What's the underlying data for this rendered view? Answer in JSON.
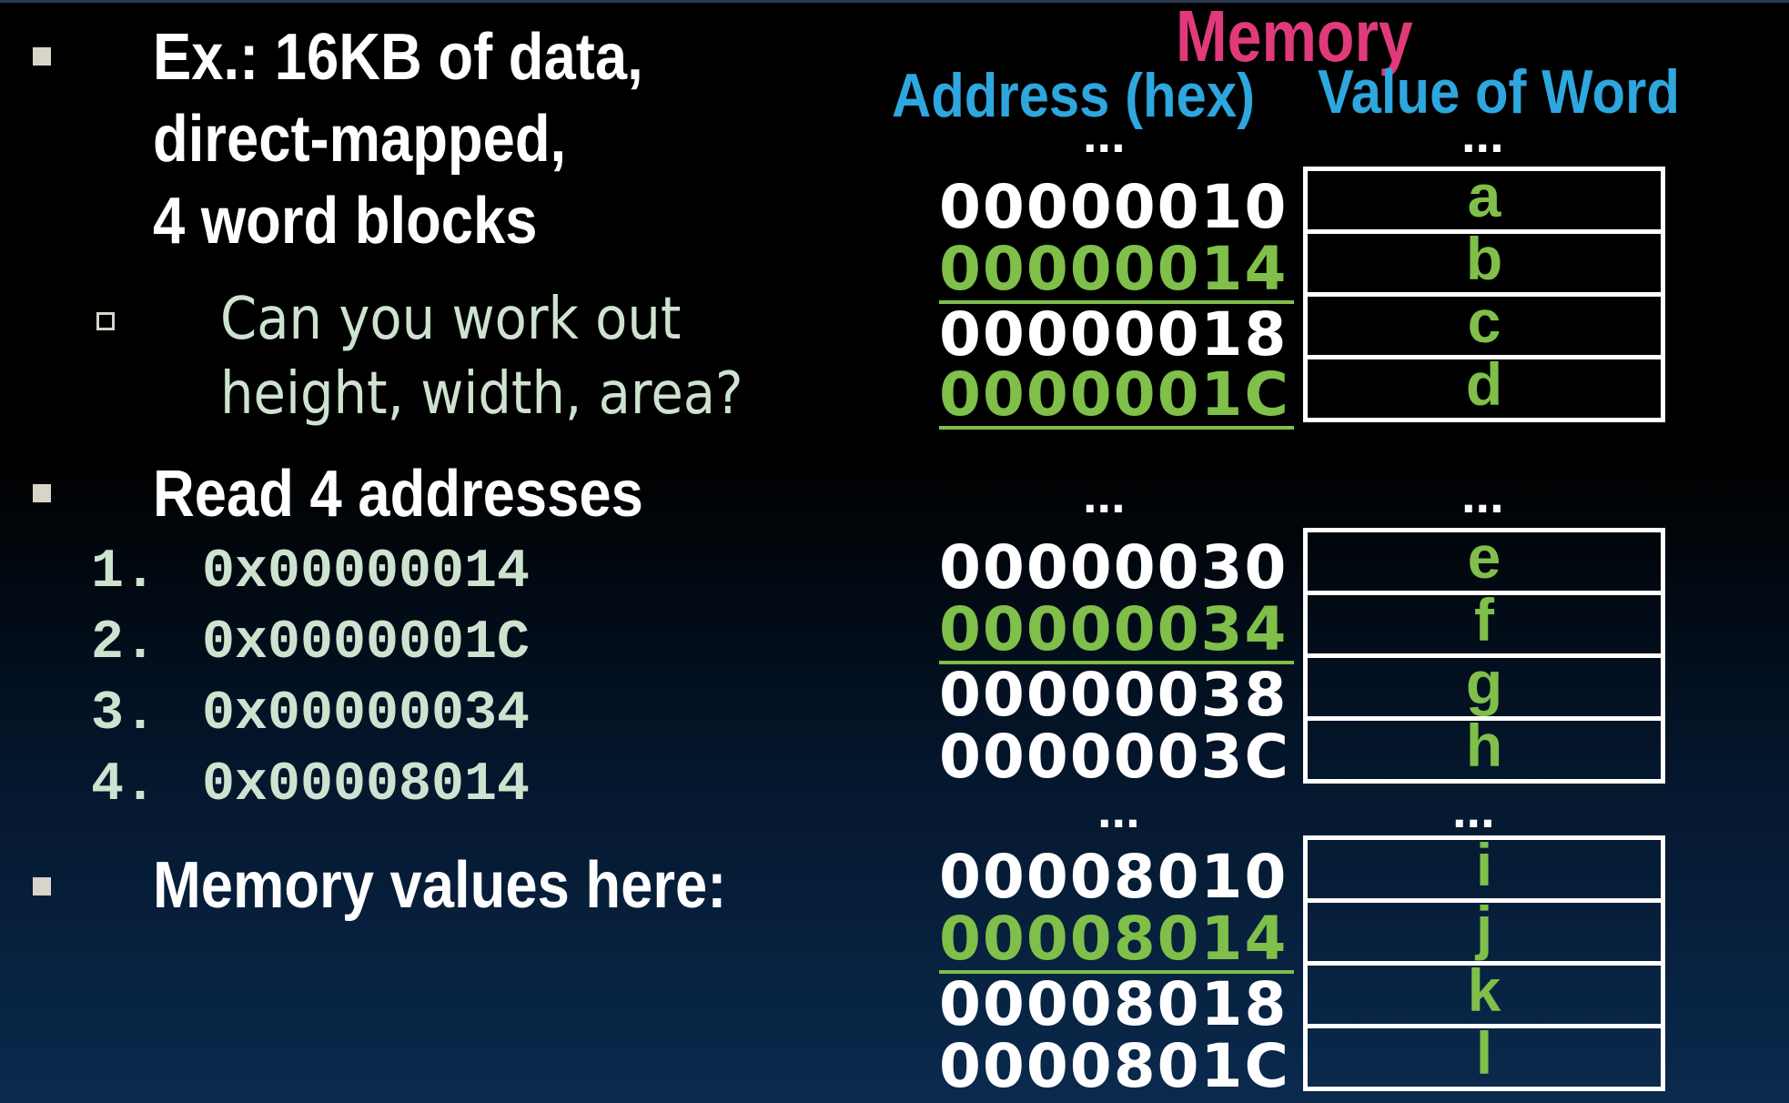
{
  "left": {
    "bullet1": [
      "Ex.: 16KB of data,",
      "direct-mapped,",
      "4 word blocks"
    ],
    "sub1": [
      "Can you work out",
      "height, width, area?"
    ],
    "bullet2": "Read 4 addresses",
    "addresses": [
      {
        "num": "1.",
        "value": "0x00000014"
      },
      {
        "num": "2.",
        "value": "0x0000001C"
      },
      {
        "num": "3.",
        "value": "0x00000034"
      },
      {
        "num": "4.",
        "value": "0x00008014"
      }
    ],
    "bullet3": "Memory values here:"
  },
  "memory": {
    "title": "Memory",
    "address_header": "Address (hex)",
    "value_header": "Value of Word",
    "ellipsis": "...",
    "groups": [
      {
        "rows": [
          {
            "addr": "00000010",
            "val": "a",
            "highlight": false
          },
          {
            "addr": "00000014",
            "val": "b",
            "highlight": true
          },
          {
            "addr": "00000018",
            "val": "c",
            "highlight": false
          },
          {
            "addr": "0000001C",
            "val": "d",
            "highlight": true
          }
        ]
      },
      {
        "rows": [
          {
            "addr": "00000030",
            "val": "e",
            "highlight": false
          },
          {
            "addr": "00000034",
            "val": "f",
            "highlight": true
          },
          {
            "addr": "00000038",
            "val": "g",
            "highlight": false
          },
          {
            "addr": "0000003C",
            "val": "h",
            "highlight": false
          }
        ]
      },
      {
        "rows": [
          {
            "addr": "00008010",
            "val": "i",
            "highlight": false
          },
          {
            "addr": "00008014",
            "val": "j",
            "highlight": true
          },
          {
            "addr": "00008018",
            "val": "k",
            "highlight": false
          },
          {
            "addr": "0000801C",
            "val": "l",
            "highlight": false
          }
        ]
      }
    ]
  },
  "colors": {
    "title": "#e03a7a",
    "header": "#2ea6de",
    "highlight": "#7fbf4a",
    "text": "#ffffff"
  }
}
